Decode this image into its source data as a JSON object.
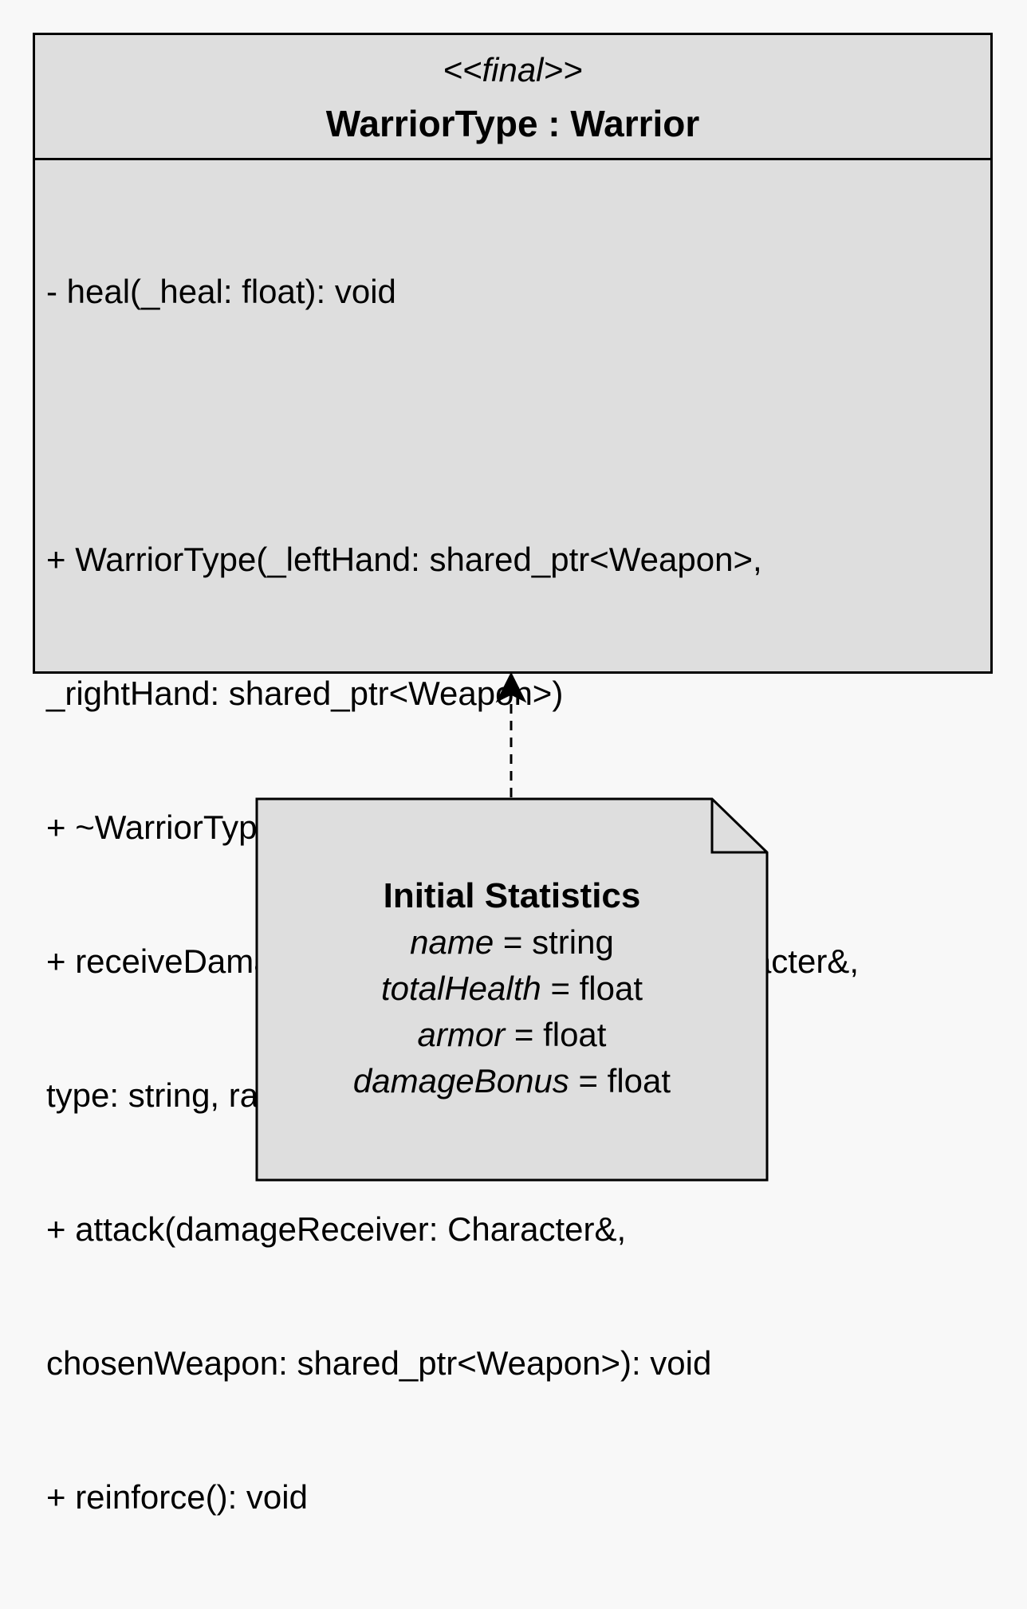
{
  "class": {
    "stereotype": "<<final>>",
    "name": "WarriorType : Warrior",
    "methods": [
      "- heal(_heal: float): void",
      "",
      "+ WarriorType(_leftHand: shared_ptr<Weapon>,",
      "_rightHand: shared_ptr<Weapon>)",
      "+ ~WarriorType(): {default}",
      "+ receiveDamage(damage: float, attacker: Character&,",
      "type: string, ranged: bool, isSpecial: bool): void",
      "+ attack(damageReceiver: Character&,",
      "chosenWeapon: shared_ptr<Weapon>): void",
      "+ reinforce(): void"
    ]
  },
  "note": {
    "title": "Initial Statistics",
    "fields": [
      {
        "name": "name",
        "type": "= string"
      },
      {
        "name": "totalHealth",
        "type": "= float"
      },
      {
        "name": "armor",
        "type": "= float"
      },
      {
        "name": "damageBonus",
        "type": "= float"
      }
    ]
  },
  "colors": {
    "fill": "#dedede",
    "stroke": "#000000",
    "background": "#f8f8f8"
  }
}
